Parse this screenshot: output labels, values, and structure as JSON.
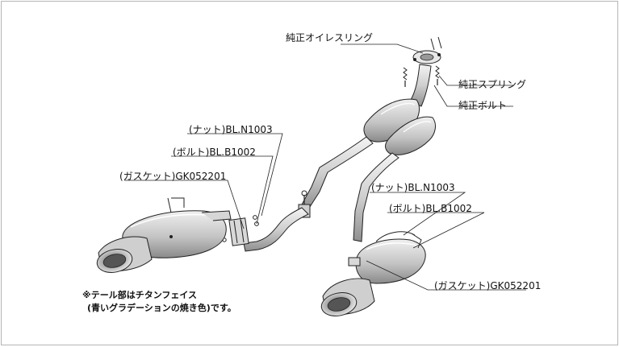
{
  "labels": {
    "oil_ring": "純正オイレスリング",
    "spring": "純正スプリング",
    "bolt_stock": "純正ボルト",
    "nut_left": "(ナット)BL.N1003",
    "bolt_left": "(ボルト)BL.B1002",
    "gasket_left": "(ガスケット)GK052201",
    "nut_right": "(ナット)BL.N1003",
    "bolt_right": "(ボルト)BL.B1002",
    "gasket_right": "(ガスケット)GK052201"
  },
  "note": {
    "line1": "※テール部はチタンフェイス",
    "line2": "(青いグラデーションの焼き色)です。"
  },
  "colors": {
    "line": "#222222",
    "metal_light": "#e6e6e6",
    "metal_mid": "#bdbdbd",
    "metal_dark": "#8e8e8e",
    "border": "#b5b5b5"
  }
}
